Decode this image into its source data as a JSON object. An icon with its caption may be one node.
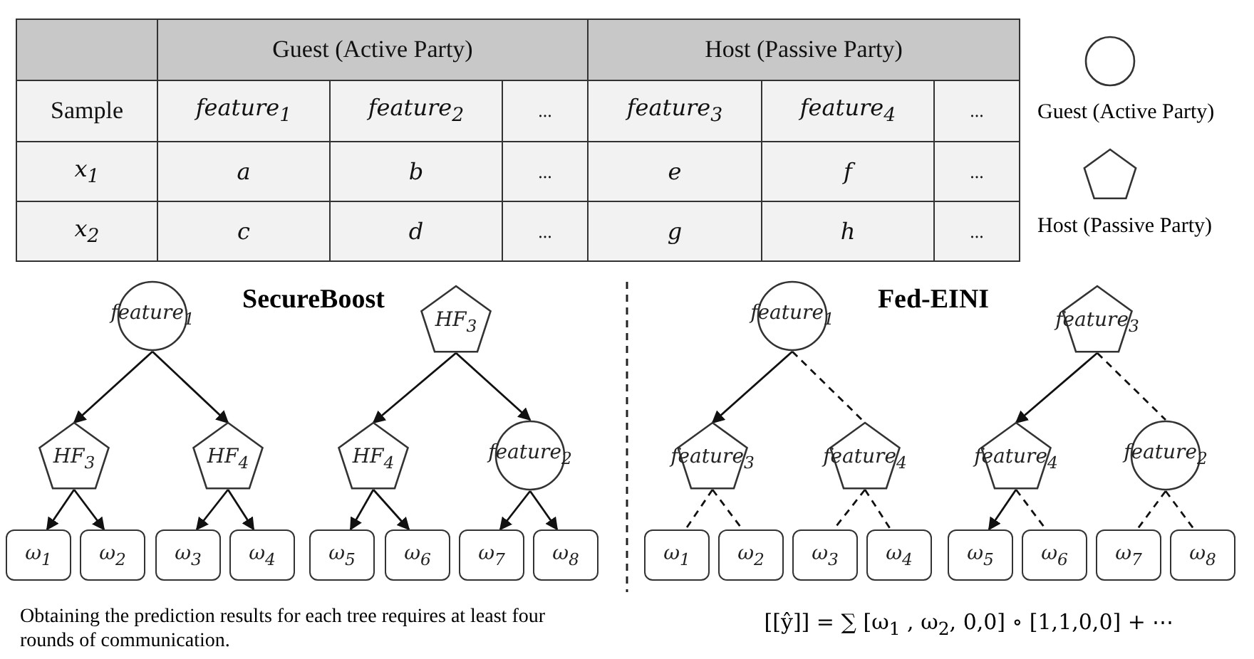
{
  "diagram": {
    "nodes": [
      {
        "text": [
          "feature$_{1}$"
        ]
      },
      {
        "text": [
          "HF$_{3}$"
        ]
      },
      {
        "text": [
          "HF$_{4}$"
        ]
      },
      {
        "text": [
          "ω$_{1}$"
        ]
      },
      {
        "text": [
          "ω$_{2}$"
        ]
      },
      {
        "text": [
          "ω$_{3}$"
        ]
      },
      {
        "text": [
          "ω$_{4}$"
        ]
      },
      {
        "text": [
          "HF$_{3}$"
        ]
      },
      {
        "text": [
          "HF$_{4}$"
        ]
      },
      {
        "text": [
          "feature$_{2}$"
        ]
      },
      {
        "text": [
          "ω$_{5}$"
        ]
      },
      {
        "text": [
          "ω$_{6}$"
        ]
      },
      {
        "text": [
          "ω$_{7}$"
        ]
      },
      {
        "text": [
          "ω$_{8}$"
        ]
      },
      {
        "text": [
          "feature$_{1}$"
        ]
      },
      {
        "text": [
          "feature$_{3}$"
        ]
      },
      {
        "text": [
          "feature$_{4}$"
        ]
      },
      {
        "text": [
          "ω$_{1}$"
        ]
      },
      {
        "text": [
          "ω$_{2}$"
        ]
      },
      {
        "text": [
          "ω$_{3}$"
        ]
      },
      {
        "text": [
          "ω$_{4}$"
        ]
      },
      {
        "text": [
          "feature$_{3}$"
        ]
      },
      {
        "text": [
          "feature$_{4}$"
        ]
      },
      {
        "text": [
          "feature$_{2}$"
        ]
      },
      {
        "text": [
          "ω$_{5}$"
        ]
      },
      {
        "text": [
          "ω$_{6}$"
        ]
      },
      {
        "text": [
          "ω$_{7}$"
        ]
      },
      {
        "text": [
          "ω$_{8}$"
        ]
      }
    ],
    "edges": [
      {
        "from": 0,
        "to": 1,
        "arrow": "to"
      },
      {
        "from": 0,
        "to": 2,
        "arrow": "to"
      },
      {
        "from": 1,
        "to": 3,
        "arrow": "to"
      },
      {
        "from": 1,
        "to": 4,
        "arrow": "to"
      },
      {
        "from": 2,
        "to": 5,
        "arrow": "to"
      },
      {
        "from": 2,
        "to": 6,
        "arrow": "to"
      },
      {
        "from": 7,
        "to": 8,
        "arrow": "to"
      },
      {
        "from": 7,
        "to": 9,
        "arrow": "to"
      },
      {
        "from": 8,
        "to": 10,
        "arrow": "to"
      },
      {
        "from": 8,
        "to": 11,
        "arrow": "to"
      },
      {
        "from": 9,
        "to": 12,
        "arrow": "to"
      },
      {
        "from": 9,
        "to": 13,
        "arrow": "to"
      },
      {
        "from": 14,
        "to": 15,
        "arrow": "to"
      },
      {
        "from": 14,
        "to": 16,
        "arrow": "none",
        "style": "dashed"
      },
      {
        "from": 15,
        "to": 17,
        "arrow": "none",
        "style": "dashed"
      },
      {
        "from": 15,
        "to": 18,
        "arrow": "none",
        "style": "dashed"
      },
      {
        "from": 16,
        "to": 19,
        "arrow": "none",
        "style": "dashed"
      },
      {
        "from": 16,
        "to": 20,
        "arrow": "none",
        "style": "dashed"
      },
      {
        "from": 21,
        "to": 22,
        "arrow": "to"
      },
      {
        "from": 21,
        "to": 23,
        "arrow": "none",
        "style": "dashed"
      },
      {
        "from": 22,
        "to": 24,
        "arrow": "to"
      },
      {
        "from": 22,
        "to": 25,
        "arrow": "none",
        "style": "dashed"
      },
      {
        "from": 23,
        "to": 26,
        "arrow": "none",
        "style": "dashed"
      },
      {
        "from": 23,
        "to": 27,
        "arrow": "none",
        "style": "dashed"
      }
    ],
    "labels": [
      "Guest (Active Party)",
      "Host (Passive Party)",
      "Sample",
      "feature$_{1}$",
      "feature$_{2}$",
      "...",
      "feature$_{3}$",
      "feature$_{4}$",
      "...",
      "x$_{1}$",
      "a",
      "b",
      "...",
      "e",
      "f",
      "...",
      "x$_{2}$",
      "c",
      "d",
      "...",
      "g",
      "h",
      "...",
      "SecureBoost",
      "Fed-EINI",
      "Obtaining the prediction results for each tree requires at least four rounds of communication.",
      "[[ŷ]] = ∑ [ω$_{1}$ , ω$_{2}$, 0,0] ∘ [1,1,0,0] + ⋯"
    ],
    "legend": [
      {
        "text": "Guest (Active Party)"
      },
      {
        "text": "Host (Passive Party)"
      }
    ]
  }
}
